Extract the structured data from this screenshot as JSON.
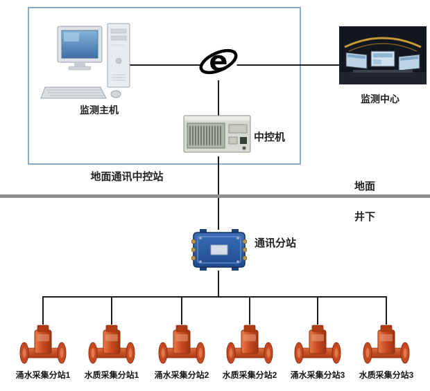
{
  "diagram": {
    "station_box_label": "地面通讯中控站",
    "surface_label": "地面",
    "underground_label": "井下",
    "host_label": "监测主机",
    "center_label": "监测中心",
    "controller_label": "中控机",
    "substation_label": "通讯分站",
    "devices": [
      {
        "label": "涌水采集分站1"
      },
      {
        "label": "水质采集分站1"
      },
      {
        "label": "涌水采集分站2"
      },
      {
        "label": "水质采集分站2"
      },
      {
        "label": "涌水采集分站3"
      },
      {
        "label": "水质采集分站3"
      }
    ],
    "colors": {
      "station_box_border": "#8aabc8",
      "connector_line": "#1b1b1b",
      "ground_bar": "#8d8d8d",
      "sensor_orange": "#c84a20",
      "substation_blue": "#2c5fa8",
      "internet_icon": "#000000"
    }
  }
}
